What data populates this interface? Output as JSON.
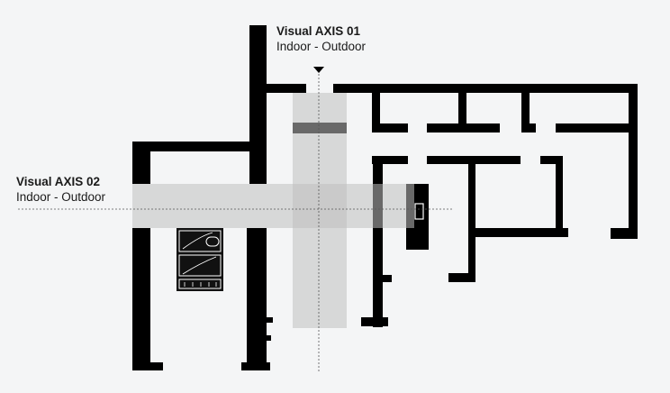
{
  "axes": [
    {
      "title": "Visual AXIS 01",
      "subtitle": "Indoor - Outdoor"
    },
    {
      "title": "Visual AXIS 02",
      "subtitle": "Indoor - Outdoor"
    }
  ],
  "colors": {
    "wall": "#000000",
    "band": "#bfbfbf",
    "background": "#f4f5f6",
    "axis_line": "#555555"
  }
}
